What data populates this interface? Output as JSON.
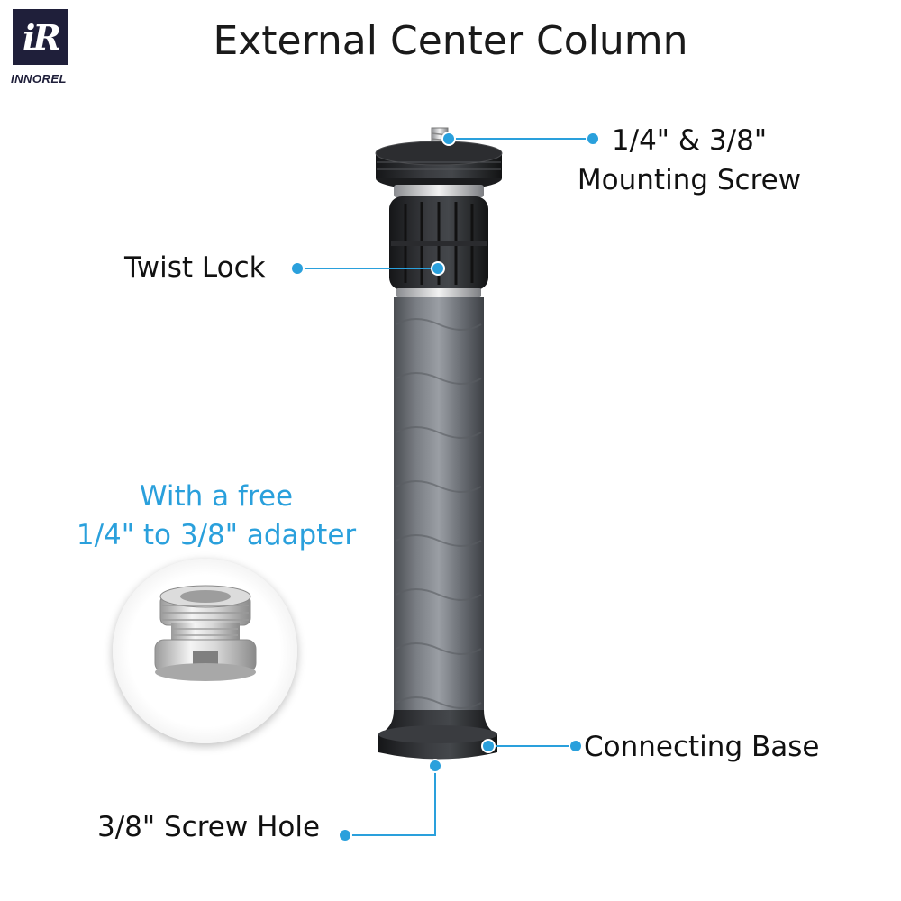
{
  "title": "External Center Column",
  "logo": {
    "mark": "iR",
    "name": "INNOREL"
  },
  "labels": {
    "mounting_screw_line1": "1/4\" & 3/8\"",
    "mounting_screw_line2": "Mounting Screw",
    "twist_lock": "Twist Lock",
    "connecting_base": "Connecting Base",
    "screw_hole": "3/8\" Screw Hole"
  },
  "promo": {
    "line1": "With a free",
    "line2": "1/4\" to 3/8\" adapter"
  },
  "colors": {
    "accent": "#2aa0dc",
    "text": "#111111",
    "logo_bg": "#1f1f3a"
  }
}
